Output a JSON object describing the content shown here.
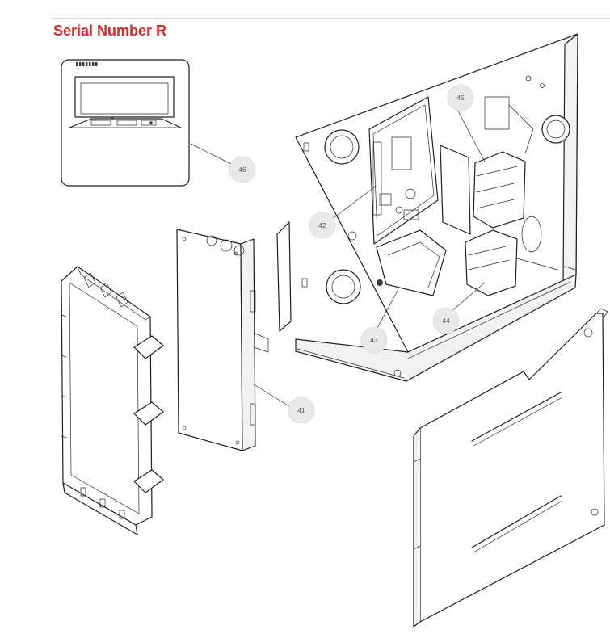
{
  "title": "Serial Number R",
  "colors": {
    "title": "#e1262b",
    "line": "#1f1f1f",
    "callout_fill": "#e9e9e9",
    "callout_text": "#555555"
  },
  "callouts": {
    "display_controller": "46",
    "control_board": "45",
    "circuit_board": "42",
    "transformer": "43",
    "terminal_block": "44",
    "mounting_plate": "41"
  }
}
